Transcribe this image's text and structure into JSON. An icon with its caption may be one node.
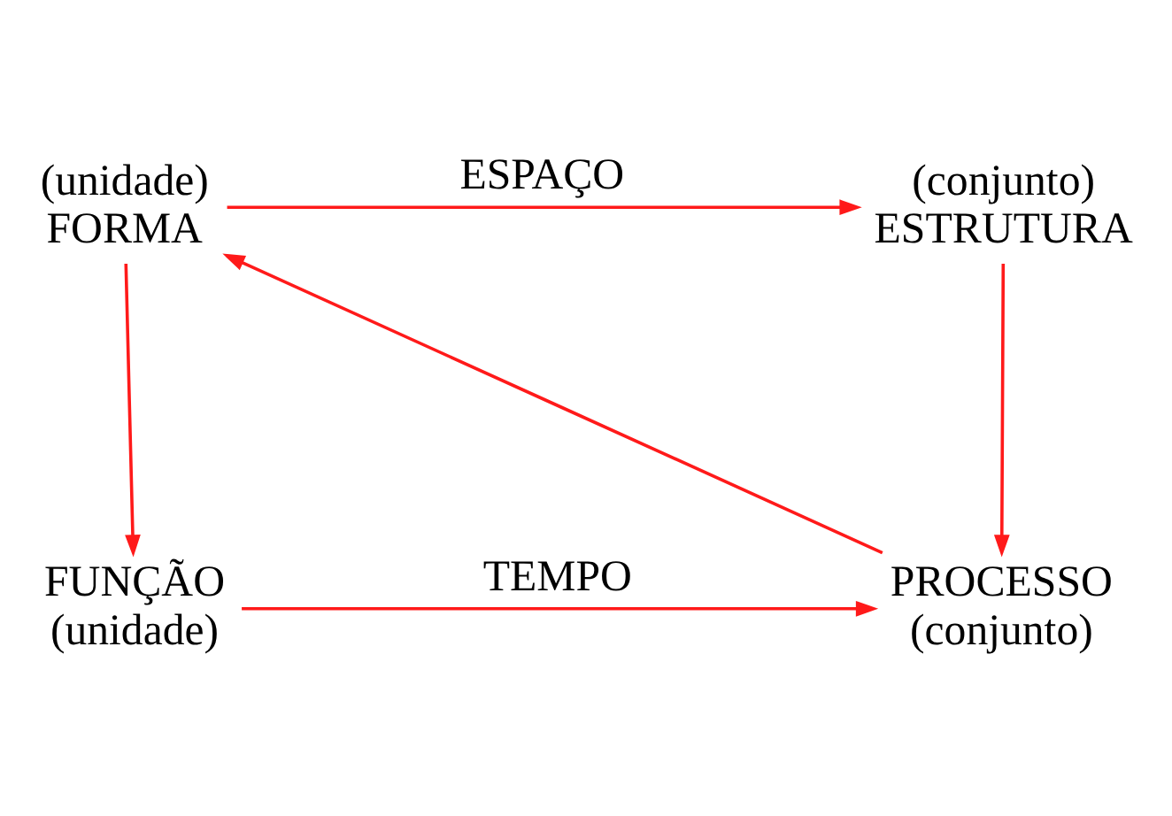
{
  "diagram": {
    "nodes": [
      {
        "text": [
          "(unidade)",
          "FORMA"
        ]
      },
      {
        "text": [
          "(conjunto)",
          "ESTRUTURA"
        ]
      },
      {
        "text": [
          "FUNÇÃO",
          "(unidade)"
        ]
      },
      {
        "text": [
          "PROCESSO",
          "(conjunto)"
        ]
      }
    ],
    "edges": [
      {
        "from": 0,
        "to": 1,
        "arrow": "to",
        "label": "ESPAÇO"
      },
      {
        "from": 0,
        "to": 2,
        "arrow": "to"
      },
      {
        "from": 1,
        "to": 3,
        "arrow": "to"
      },
      {
        "from": 2,
        "to": 3,
        "arrow": "to",
        "label": "TEMPO"
      },
      {
        "from": 3,
        "to": 0,
        "arrow": "to"
      }
    ]
  }
}
